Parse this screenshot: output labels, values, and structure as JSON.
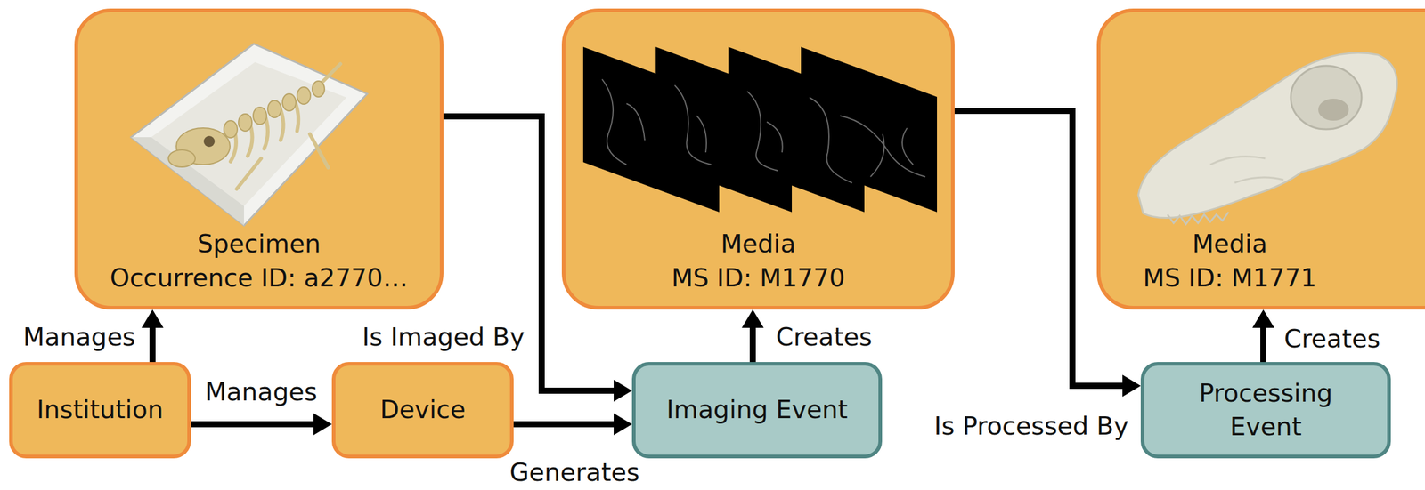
{
  "diagram": {
    "nodes": [
      {
        "text": [
          "Specimen",
          "Occurrence ID: a2770…"
        ]
      },
      {
        "text": [
          "Media",
          "MS ID: M1770"
        ]
      },
      {
        "text": [
          "Media",
          "MS ID: M1771"
        ]
      },
      {
        "text": [
          "Institution"
        ]
      },
      {
        "text": [
          "Device"
        ]
      },
      {
        "text": [
          "Imaging Event"
        ]
      },
      {
        "text": [
          "Processing Event"
        ]
      }
    ],
    "edges": [
      {
        "from": 3,
        "to": 0,
        "arrow": "to",
        "label": "Manages"
      },
      {
        "from": 3,
        "to": 4,
        "arrow": "to",
        "label": "Manages"
      },
      {
        "from": 0,
        "to": 5,
        "arrow": "to",
        "label": "Is Imaged By"
      },
      {
        "from": 4,
        "to": 5,
        "arrow": "to",
        "label": "Generates"
      },
      {
        "from": 5,
        "to": 1,
        "arrow": "to",
        "label": "Creates"
      },
      {
        "from": 1,
        "to": 6,
        "arrow": "to",
        "label": "Is Processed By"
      },
      {
        "from": 6,
        "to": 2,
        "arrow": "to",
        "label": "Creates"
      }
    ]
  }
}
